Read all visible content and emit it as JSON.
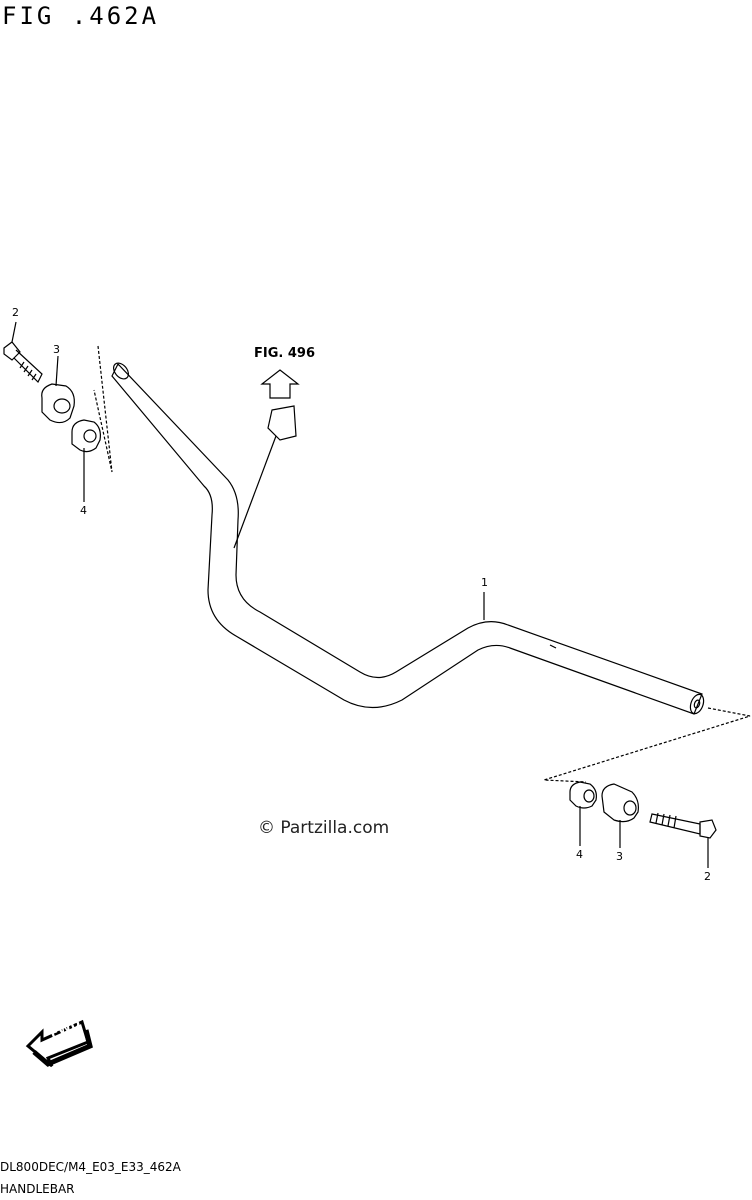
{
  "figure_title": "FIG .462A",
  "reference_label": "FIG. 496",
  "watermark": "© Partzilla.com",
  "fwd_label": "FWD",
  "footer": {
    "model_code": "DL800DEC/M4_E03_E33_462A",
    "part_name": "HANDLEBAR"
  },
  "callouts": {
    "handlebar": "1",
    "left_bolt": "2",
    "left_holder_upper": "3",
    "left_holder_lower": "4",
    "right_holder_lower": "4",
    "right_holder_upper": "3",
    "right_bolt": "2"
  }
}
